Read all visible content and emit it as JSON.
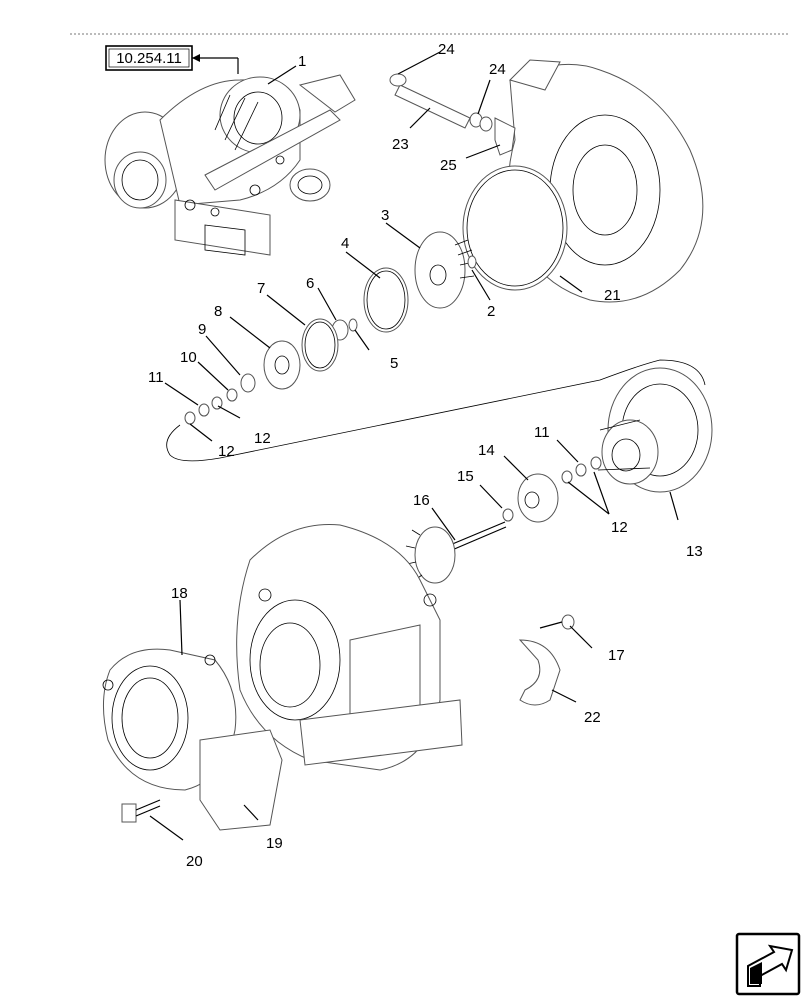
{
  "reference": "10.254.11",
  "callouts": {
    "c1": "1",
    "c2": "2",
    "c3": "3",
    "c4": "4",
    "c5": "5",
    "c6": "6",
    "c7": "7",
    "c8": "8",
    "c9": "9",
    "c10": "10",
    "c11a": "11",
    "c11b": "11",
    "c12a": "12",
    "c12b": "12",
    "c12c": "12",
    "c13": "13",
    "c14": "14",
    "c15": "15",
    "c16": "16",
    "c17": "17",
    "c18": "18",
    "c19": "19",
    "c20": "20",
    "c21": "21",
    "c22": "22",
    "c23": "23",
    "c24a": "24",
    "c24b": "24",
    "c25": "25"
  },
  "icons": {
    "nav": "next-page-arrow-icon"
  }
}
